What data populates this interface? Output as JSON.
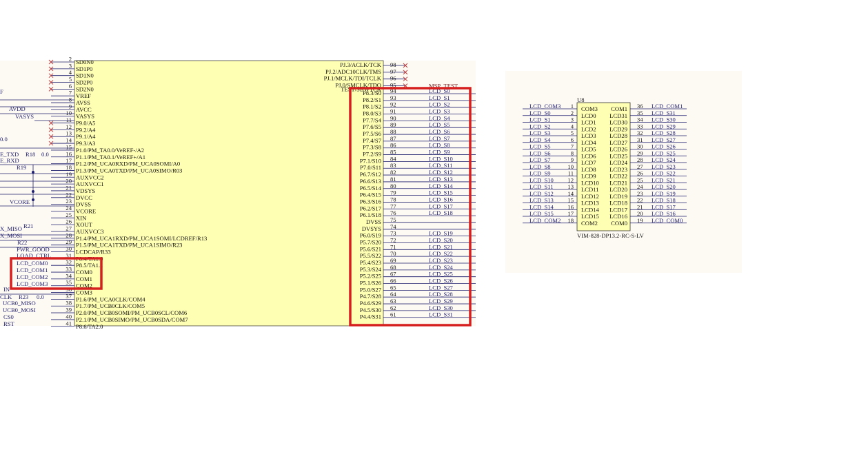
{
  "left_schematic": {
    "far_left_labels": [
      "F",
      "AVDD",
      "VASYS",
      "0.0",
      "E_TXD",
      "R18",
      "0.0",
      "E_RXD",
      "R19",
      "VCORE",
      "X_MISO",
      "R21",
      "X_MOSI",
      "R22",
      "PWR_GOOD",
      "LOAD_CTRL",
      "LCD_COM0",
      "LCD_COM1",
      "LCD_COM2",
      "LCD_COM3",
      "IN",
      "CLK",
      "R23",
      "0.0",
      "UCB0_MISO",
      "UCB0_MOSI",
      "CS0",
      "RST"
    ],
    "left_pins": [
      {
        "num": "2",
        "name": "SD0N0"
      },
      {
        "num": "3",
        "name": "SD1P0"
      },
      {
        "num": "4",
        "name": "SD1N0"
      },
      {
        "num": "5",
        "name": "SD2P0"
      },
      {
        "num": "6",
        "name": "SD2N0"
      },
      {
        "num": "7",
        "name": "VREF"
      },
      {
        "num": "8",
        "name": "AVSS"
      },
      {
        "num": "9",
        "name": "AVCC"
      },
      {
        "num": "10",
        "name": "VASYS"
      },
      {
        "num": "11",
        "name": "P9.0/A5"
      },
      {
        "num": "12",
        "name": "P9.2/A4"
      },
      {
        "num": "13",
        "name": "P9.1/A4"
      },
      {
        "num": "14",
        "name": "P9.3/A3"
      },
      {
        "num": "15",
        "name": "P1.0/PM_TA0.0/VeREF-/A2"
      },
      {
        "num": "16",
        "name": "P1.1/PM_TA0.1/VeREF+/A1"
      },
      {
        "num": "17",
        "name": "P1.2/PM_UCA0RXD/PM_UCA0SOMI/A0"
      },
      {
        "num": "18",
        "name": "P1.3/PM_UCA0TXD/PM_UCA0SIMO/R03"
      },
      {
        "num": "19",
        "name": "AUXVCC2"
      },
      {
        "num": "20",
        "name": "AUXVCC1"
      },
      {
        "num": "21",
        "name": "VDSYS"
      },
      {
        "num": "22",
        "name": "DVCC"
      },
      {
        "num": "23",
        "name": "DVSS"
      },
      {
        "num": "24",
        "name": "VCORE"
      },
      {
        "num": "25",
        "name": "XIN"
      },
      {
        "num": "26",
        "name": "XOUT"
      },
      {
        "num": "27",
        "name": "AUXVCC3"
      },
      {
        "num": "28",
        "name": "P1.4/PM_UCA1RXD/PM_UCA1SOMI/LCDREF/R13"
      },
      {
        "num": "29",
        "name": "P1.5/PM_UCA1TXD/PM_UCA1SIMO/R23"
      },
      {
        "num": "30",
        "name": "LCDCAP/R33"
      },
      {
        "num": "31",
        "name": "P8.4/TA1.0"
      },
      {
        "num": "32",
        "name": "P8.5/TA1.1"
      },
      {
        "num": "33",
        "name": "COM0"
      },
      {
        "num": "34",
        "name": "COM1"
      },
      {
        "num": "35",
        "name": "COM2"
      },
      {
        "num": "36",
        "name": "COM3"
      },
      {
        "num": "37",
        "name": "P1.6/PM_UCA0CLK/COM4"
      },
      {
        "num": "38",
        "name": "P1.7/PM_UCB0CLK/COM5"
      },
      {
        "num": "39",
        "name": "P2.0/PM_UCB0SOMI/PM_UCB0SCL/COM6"
      },
      {
        "num": "40",
        "name": "P2.1/PM_UCB0SIMO/PM_UCB0SDA/COM7"
      },
      {
        "num": "41",
        "name": "P8.6/TA2.0"
      }
    ],
    "right_top_pins": [
      {
        "num": "98",
        "name": "PJ.3/ACLK/TCK"
      },
      {
        "num": "97",
        "name": "PJ.2/ADC10CLK/TMS"
      },
      {
        "num": "96",
        "name": "PJ.1/MCLK/TDI/TCLK"
      },
      {
        "num": "95",
        "name": "PJ.0/SMCLK/TDO"
      }
    ],
    "msp_test": "MSP_TEST",
    "test_pin": "TEST/SBWTCK",
    "right_pins": [
      {
        "num": "94",
        "name": "P8.3/S0",
        "net": "LCD_S0"
      },
      {
        "num": "93",
        "name": "P8.2/S1",
        "net": "LCD_S1"
      },
      {
        "num": "92",
        "name": "P8.1/S2",
        "net": "LCD_S2"
      },
      {
        "num": "91",
        "name": "P8.0/S3",
        "net": "LCD_S3"
      },
      {
        "num": "90",
        "name": "P7.7/S4",
        "net": "LCD_S4"
      },
      {
        "num": "89",
        "name": "P7.6/S5",
        "net": "LCD_S5"
      },
      {
        "num": "88",
        "name": "P7.5/S6",
        "net": "LCD_S6"
      },
      {
        "num": "87",
        "name": "P7.4/S7",
        "net": "LCD_S7"
      },
      {
        "num": "86",
        "name": "P7.3/S8",
        "net": "LCD_S8"
      },
      {
        "num": "85",
        "name": "P7.2/S9",
        "net": "LCD_S9"
      },
      {
        "num": "84",
        "name": "P7.1/S10",
        "net": "LCD_S10"
      },
      {
        "num": "83",
        "name": "P7.0/S11",
        "net": "LCD_S11"
      },
      {
        "num": "82",
        "name": "P6.7/S12",
        "net": "LCD_S12"
      },
      {
        "num": "81",
        "name": "P6.6/S13",
        "net": "LCD_S13"
      },
      {
        "num": "80",
        "name": "P6.5/S14",
        "net": "LCD_S14"
      },
      {
        "num": "79",
        "name": "P6.4/S15",
        "net": "LCD_S15"
      },
      {
        "num": "78",
        "name": "P6.3/S16",
        "net": "LCD_S16"
      },
      {
        "num": "77",
        "name": "P6.2/S17",
        "net": "LCD_S17"
      },
      {
        "num": "76",
        "name": "P6.1/S18",
        "net": "LCD_S18"
      },
      {
        "num": "75",
        "name": "DVSS",
        "net": ""
      },
      {
        "num": "74",
        "name": "DVSYS",
        "net": ""
      },
      {
        "num": "73",
        "name": "P6.0/S19",
        "net": "LCD_S19"
      },
      {
        "num": "72",
        "name": "P5.7/S20",
        "net": "LCD_S20"
      },
      {
        "num": "71",
        "name": "P5.6/S21",
        "net": "LCD_S21"
      },
      {
        "num": "70",
        "name": "P5.5/S22",
        "net": "LCD_S22"
      },
      {
        "num": "69",
        "name": "P5.4/S23",
        "net": "LCD_S23"
      },
      {
        "num": "68",
        "name": "P5.3/S24",
        "net": "LCD_S24"
      },
      {
        "num": "67",
        "name": "P5.2/S25",
        "net": "LCD_S25"
      },
      {
        "num": "66",
        "name": "P5.1/S26",
        "net": "LCD_S26"
      },
      {
        "num": "65",
        "name": "P5.0/S27",
        "net": "LCD_S27"
      },
      {
        "num": "64",
        "name": "P4.7/S28",
        "net": "LCD_S28"
      },
      {
        "num": "63",
        "name": "P4.6/S29",
        "net": "LCD_S29"
      },
      {
        "num": "62",
        "name": "P4.5/S30",
        "net": "LCD_S30"
      },
      {
        "num": "61",
        "name": "P4.4/S31",
        "net": "LCD_S31"
      }
    ]
  },
  "u8": {
    "refdes": "U8",
    "part": "VIM-828-DP13.2-RC-S-LV",
    "left": [
      {
        "net": "LCD_COM3",
        "num": "1",
        "pin": "COM3"
      },
      {
        "net": "LCD_S0",
        "num": "2",
        "pin": "LCD0"
      },
      {
        "net": "LCD_S1",
        "num": "3",
        "pin": "LCD1"
      },
      {
        "net": "LCD_S2",
        "num": "4",
        "pin": "LCD2"
      },
      {
        "net": "LCD_S3",
        "num": "5",
        "pin": "LCD3"
      },
      {
        "net": "LCD_S4",
        "num": "6",
        "pin": "LCD4"
      },
      {
        "net": "LCD_S5",
        "num": "7",
        "pin": "LCD5"
      },
      {
        "net": "LCD_S6",
        "num": "8",
        "pin": "LCD6"
      },
      {
        "net": "LCD_S7",
        "num": "9",
        "pin": "LCD7"
      },
      {
        "net": "LCD_S8",
        "num": "10",
        "pin": "LCD8"
      },
      {
        "net": "LCD_S9",
        "num": "11",
        "pin": "LCD9"
      },
      {
        "net": "LCD_S10",
        "num": "12",
        "pin": "LCD10"
      },
      {
        "net": "LCD_S11",
        "num": "13",
        "pin": "LCD11"
      },
      {
        "net": "LCD_S12",
        "num": "14",
        "pin": "LCD12"
      },
      {
        "net": "LCD_S13",
        "num": "15",
        "pin": "LCD13"
      },
      {
        "net": "LCD_S14",
        "num": "16",
        "pin": "LCD14"
      },
      {
        "net": "LCD_S15",
        "num": "17",
        "pin": "LCD15"
      },
      {
        "net": "LCD_COM2",
        "num": "18",
        "pin": "COM2"
      }
    ],
    "right": [
      {
        "pin": "COM1",
        "num": "36",
        "net": "LCD_COM1"
      },
      {
        "pin": "LCD31",
        "num": "35",
        "net": "LCD_S31"
      },
      {
        "pin": "LCD30",
        "num": "34",
        "net": "LCD_S30"
      },
      {
        "pin": "LCD29",
        "num": "33",
        "net": "LCD_S29"
      },
      {
        "pin": "LCD28",
        "num": "32",
        "net": "LCD_S28"
      },
      {
        "pin": "LCD27",
        "num": "31",
        "net": "LCD_S27"
      },
      {
        "pin": "LCD26",
        "num": "30",
        "net": "LCD_S26"
      },
      {
        "pin": "LCD25",
        "num": "29",
        "net": "LCD_S25"
      },
      {
        "pin": "LCD24",
        "num": "28",
        "net": "LCD_S24"
      },
      {
        "pin": "LCD23",
        "num": "27",
        "net": "LCD_S23"
      },
      {
        "pin": "LCD22",
        "num": "26",
        "net": "LCD_S22"
      },
      {
        "pin": "LCD21",
        "num": "25",
        "net": "LCD_S21"
      },
      {
        "pin": "LCD20",
        "num": "24",
        "net": "LCD_S20"
      },
      {
        "pin": "LCD19",
        "num": "23",
        "net": "LCD_S19"
      },
      {
        "pin": "LCD18",
        "num": "22",
        "net": "LCD_S18"
      },
      {
        "pin": "LCD17",
        "num": "21",
        "net": "LCD_S17"
      },
      {
        "pin": "LCD16",
        "num": "20",
        "net": "LCD_S16"
      },
      {
        "pin": "COM0",
        "num": "19",
        "net": "LCD_COM0"
      }
    ]
  },
  "colors": {
    "chip_fill": "#ffffb4",
    "highlight": "#d62020",
    "wire": "#1e1e6e",
    "panel": "#fdf9f3"
  }
}
